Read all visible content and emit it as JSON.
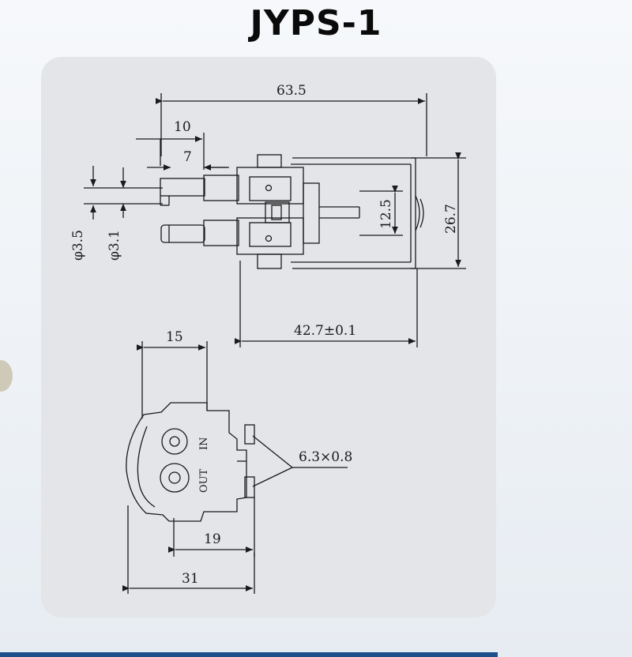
{
  "title": "JYPS-1",
  "side_view": {
    "dims": {
      "length_total": "63.5",
      "offset_10": "10",
      "offset_7": "7",
      "height": "26.7",
      "inner_height": "12.5",
      "body_length": "42.7±0.1",
      "pipe_outer": "φ3.5",
      "pipe_inner": "φ3.1"
    }
  },
  "end_view": {
    "dims": {
      "width_15": "15",
      "width_19": "19",
      "width_31": "31",
      "terminal": "6.3×0.8"
    },
    "labels": {
      "inlet": "IN",
      "outlet": "OUT"
    }
  }
}
